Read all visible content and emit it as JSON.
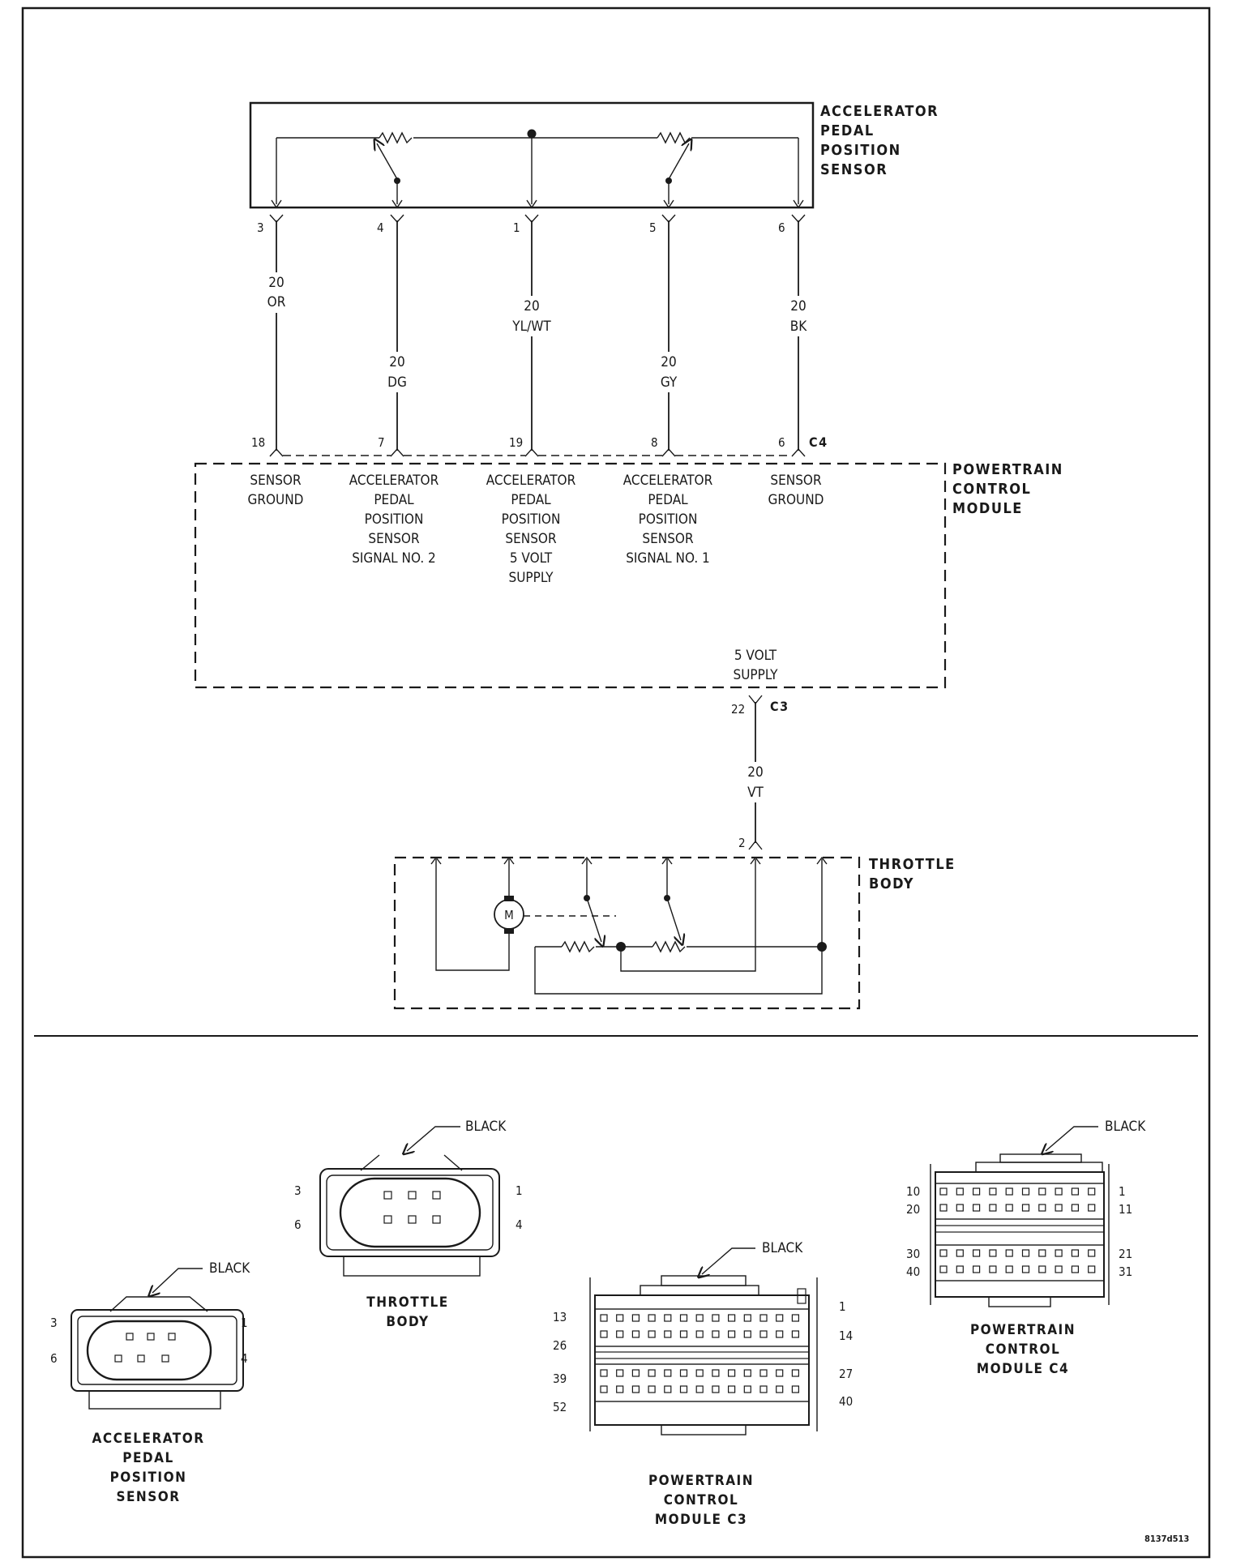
{
  "components": {
    "apps_title": [
      "ACCELERATOR",
      "PEDAL",
      "POSITION",
      "SENSOR"
    ],
    "pcm_title": [
      "POWERTRAIN",
      "CONTROL",
      "MODULE"
    ],
    "throttle_title": [
      "THROTTLE",
      "BODY"
    ],
    "motor_label": "M"
  },
  "connectors": {
    "pcm_c4": "C4",
    "pcm_c3": "C3"
  },
  "wires": [
    {
      "sensor_pin": "3",
      "gauge": "20",
      "color": "OR",
      "pcm_pin": "18",
      "function": [
        "SENSOR",
        "GROUND"
      ]
    },
    {
      "sensor_pin": "4",
      "gauge": "20",
      "color": "DG",
      "pcm_pin": "7",
      "function": [
        "ACCELERATOR",
        "PEDAL",
        "POSITION",
        "SENSOR",
        "SIGNAL NO. 2"
      ]
    },
    {
      "sensor_pin": "1",
      "gauge": "20",
      "color": "YL/WT",
      "pcm_pin": "19",
      "function": [
        "ACCELERATOR",
        "PEDAL",
        "POSITION",
        "SENSOR",
        "5 VOLT",
        "SUPPLY"
      ]
    },
    {
      "sensor_pin": "5",
      "gauge": "20",
      "color": "GY",
      "pcm_pin": "8",
      "function": [
        "ACCELERATOR",
        "PEDAL",
        "POSITION",
        "SENSOR",
        "SIGNAL NO. 1"
      ]
    },
    {
      "sensor_pin": "6",
      "gauge": "20",
      "color": "BK",
      "pcm_pin": "6",
      "function": [
        "SENSOR",
        "GROUND"
      ]
    }
  ],
  "c3_circuit": {
    "function": [
      "5 VOLT",
      "SUPPLY"
    ],
    "pcm_pin": "22",
    "gauge": "20",
    "color": "VT",
    "throttle_pin": "2"
  },
  "connector_views": {
    "color_label": "BLACK",
    "apps": {
      "title": [
        "ACCELERATOR",
        "PEDAL",
        "POSITION",
        "SENSOR"
      ],
      "pins": [
        "3",
        "1",
        "6",
        "4"
      ]
    },
    "throttle": {
      "title": [
        "THROTTLE",
        "BODY"
      ],
      "pins": [
        "3",
        "1",
        "6",
        "4"
      ]
    },
    "pcm_c3": {
      "title": [
        "POWERTRAIN",
        "CONTROL",
        "MODULE C3"
      ],
      "pins": [
        "1",
        "13",
        "14",
        "26",
        "27",
        "39",
        "40",
        "52"
      ]
    },
    "pcm_c4": {
      "title": [
        "POWERTRAIN",
        "CONTROL",
        "MODULE C4"
      ],
      "pins": [
        "10",
        "1",
        "20",
        "11",
        "30",
        "21",
        "40",
        "31"
      ]
    }
  },
  "figure_id": "8137d513"
}
